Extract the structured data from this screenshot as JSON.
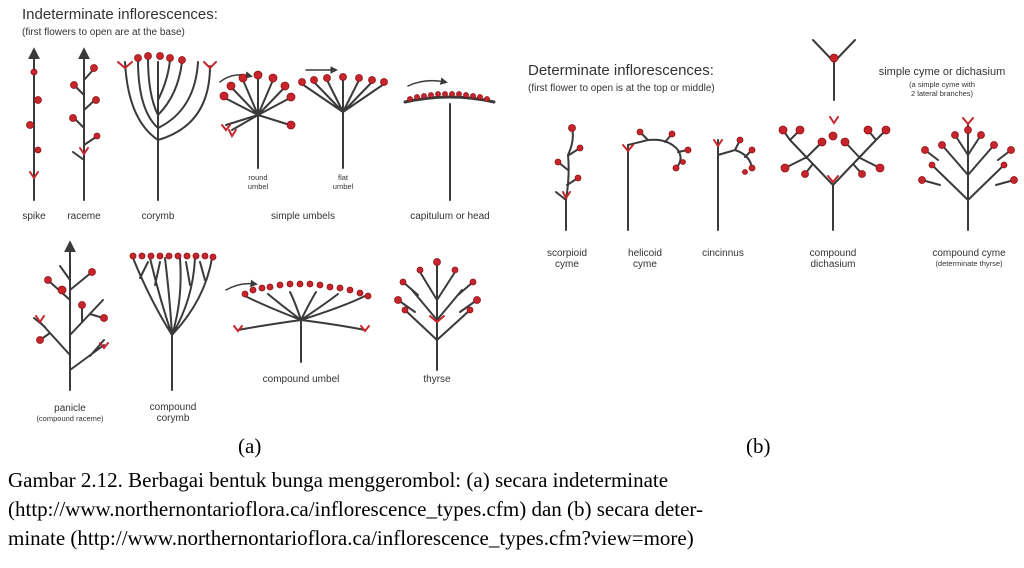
{
  "indeterminate": {
    "title": "Indeterminate inflorescences:",
    "subtitle": "(first flowers to open are at the base)",
    "labels": {
      "spike": "spike",
      "raceme": "raceme",
      "corymb": "corymb",
      "round_umbel_1": "round",
      "round_umbel_2": "umbel",
      "flat_umbel_1": "flat",
      "flat_umbel_2": "umbel",
      "simple_umbels": "simple umbels",
      "capitulum": "capitulum or head",
      "panicle": "panicle",
      "panicle_sub": "(compound raceme)",
      "compound_corymb_1": "compound",
      "compound_corymb_2": "corymb",
      "compound_umbel": "compound umbel",
      "thyrse": "thyrse"
    }
  },
  "determinate": {
    "title": "Determinate inflorescences:",
    "subtitle": "(first flower to open is at the top or middle)",
    "labels": {
      "simple_cyme": "simple cyme or dichasium",
      "simple_cyme_sub_1": "(a simple cyme with",
      "simple_cyme_sub_2": "2 lateral branches)",
      "scorpioid_1": "scorpioid",
      "scorpioid_2": "cyme",
      "helicoid_1": "helicoid",
      "helicoid_2": "cyme",
      "cincinnus": "cincinnus",
      "compound_dichasium_1": "compound",
      "compound_dichasium_2": "dichasium",
      "compound_cyme_1": "compound cyme",
      "compound_cyme_2": "(determinate thyrse)"
    }
  },
  "panel_labels": {
    "a": "(a)",
    "b": "(b)"
  },
  "caption": {
    "line1": "Gambar 2.12. Berbagai bentuk bunga menggerombol: (a) secara indeterminate",
    "line2": "(http://www.northernontarioflora.ca/inflorescence_types.cfm) dan (b) secara deter-",
    "line3": "minate (http://www.northernontarioflora.ca/inflorescence_types.cfm?view=more)"
  },
  "colors": {
    "flower": "#c8242b",
    "stem": "#3a3a3a",
    "text": "#333333"
  }
}
